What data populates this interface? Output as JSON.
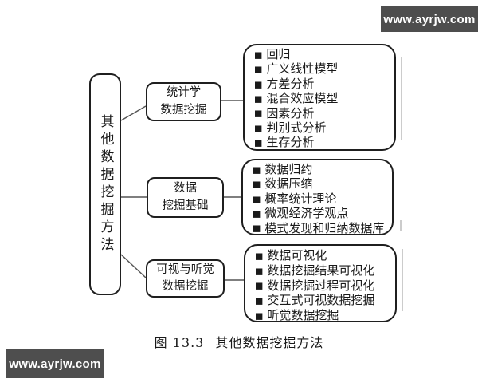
{
  "figure": {
    "caption_label": "图 13.3",
    "caption_title": "其他数据挖掘方法"
  },
  "root_label": "其他数据挖掘方法",
  "bullet": "■",
  "branches": [
    {
      "label_lines": [
        "统计学",
        "数据挖掘"
      ],
      "items": [
        "回归",
        "广义线性模型",
        "方差分析",
        "混合效应模型",
        "因素分析",
        "判别式分析",
        "生存分析"
      ]
    },
    {
      "label_lines": [
        "数据",
        "挖掘基础"
      ],
      "items": [
        "数据归约",
        "数据压缩",
        "概率统计理论",
        "微观经济学观点",
        "模式发现和归纳数据库"
      ]
    },
    {
      "label_lines": [
        "可视与听觉",
        "数据挖掘"
      ],
      "items": [
        "数据可视化",
        "数据挖掘结果可视化",
        "数据挖掘过程可视化",
        "交互式可视数据挖掘",
        "听觉数据挖掘"
      ]
    }
  ],
  "watermark_top": "www.ayrjw.com",
  "watermark_bottom": "www.ayrjw.com",
  "colors": {
    "ink": "#1f1f1f",
    "connector": "#555555",
    "watermark_bg": "#4e4e4e",
    "watermark_text": "#ffffff",
    "page_bg": "#ffffff",
    "scan_artifact": "#cccccc"
  }
}
